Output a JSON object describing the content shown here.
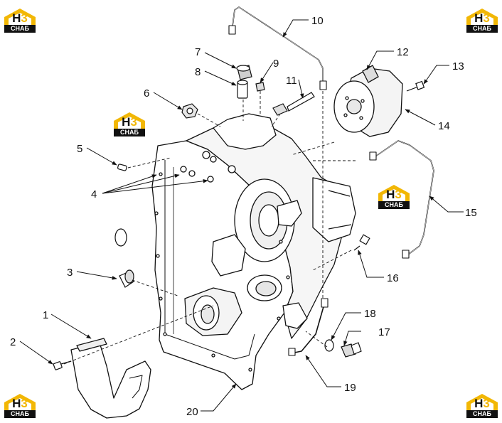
{
  "callouts": [
    {
      "id": "1",
      "label": "1"
    },
    {
      "id": "2",
      "label": "2"
    },
    {
      "id": "3",
      "label": "3"
    },
    {
      "id": "4",
      "label": "4"
    },
    {
      "id": "5",
      "label": "5"
    },
    {
      "id": "6",
      "label": "6"
    },
    {
      "id": "7",
      "label": "7"
    },
    {
      "id": "8",
      "label": "8"
    },
    {
      "id": "9",
      "label": "9"
    },
    {
      "id": "10",
      "label": "10"
    },
    {
      "id": "11",
      "label": "11"
    },
    {
      "id": "12",
      "label": "12"
    },
    {
      "id": "13",
      "label": "13"
    },
    {
      "id": "14",
      "label": "14"
    },
    {
      "id": "15",
      "label": "15"
    },
    {
      "id": "16",
      "label": "16"
    },
    {
      "id": "17",
      "label": "17"
    },
    {
      "id": "18",
      "label": "18"
    },
    {
      "id": "19",
      "label": "19"
    },
    {
      "id": "20",
      "label": "20"
    }
  ],
  "watermark": {
    "brand_a": "Н",
    "brand_b": "3",
    "sub": "СНАБ",
    "colors": {
      "yellow": "#f2b705",
      "dark": "#111111"
    }
  }
}
